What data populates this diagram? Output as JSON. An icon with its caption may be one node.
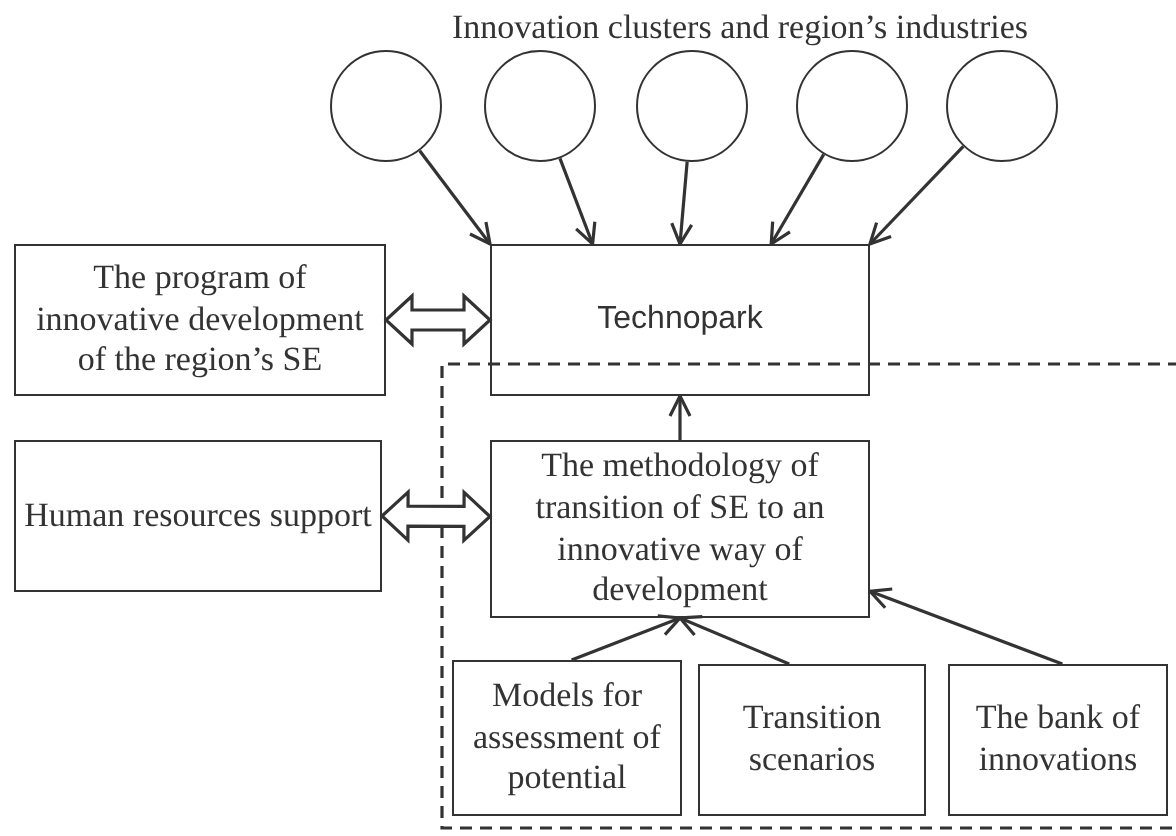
{
  "diagram": {
    "nodes": [
      {
        "text": [],
        "shape": "circle"
      },
      {
        "text": [],
        "shape": "circle"
      },
      {
        "text": [],
        "shape": "circle"
      },
      {
        "text": [],
        "shape": "circle"
      },
      {
        "text": [],
        "shape": "circle"
      },
      {
        "text": [
          "Technopark"
        ]
      },
      {
        "text": [
          "The program of innovative development of the region’s SE"
        ]
      },
      {
        "text": [
          "Human resources support"
        ]
      },
      {
        "text": [
          "The methodology of transition of SE to an innovative way of development"
        ]
      },
      {
        "text": [
          "Models for assessment of potential"
        ]
      },
      {
        "text": [
          "Transition scenarios"
        ]
      },
      {
        "text": [
          "The bank of innovations"
        ]
      }
    ],
    "edges": [
      {
        "from": 0,
        "to": 5,
        "arrow": "to"
      },
      {
        "from": 1,
        "to": 5,
        "arrow": "to"
      },
      {
        "from": 2,
        "to": 5,
        "arrow": "to"
      },
      {
        "from": 3,
        "to": 5,
        "arrow": "to"
      },
      {
        "from": 4,
        "to": 5,
        "arrow": "to"
      },
      {
        "from": 6,
        "to": 5,
        "arrow": "both",
        "style": "thick"
      },
      {
        "from": 7,
        "to": 8,
        "arrow": "both",
        "style": "thick"
      },
      {
        "from": 8,
        "to": 5,
        "arrow": "to"
      },
      {
        "from": 9,
        "to": 8,
        "arrow": "to"
      },
      {
        "from": 10,
        "to": 8,
        "arrow": "to"
      },
      {
        "from": 11,
        "to": 8,
        "arrow": "to"
      }
    ],
    "labels": [
      "Innovation clusters and region’s industries"
    ]
  }
}
